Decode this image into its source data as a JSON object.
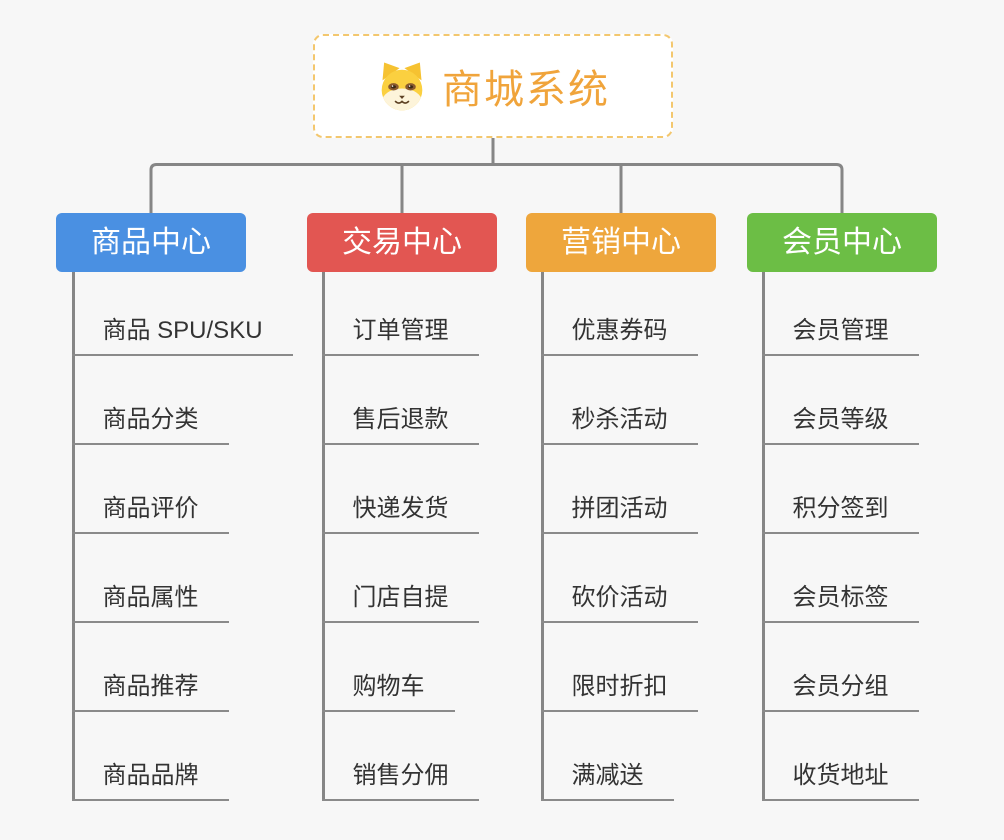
{
  "canvas": {
    "background": "#f7f7f7",
    "line_color": "#868686"
  },
  "root": {
    "title": "商城系统",
    "title_color": "#f0a43b",
    "border_color": "#f3c76e",
    "icon": "dog-face-icon"
  },
  "branches": [
    {
      "label": "商品中心",
      "color": "#4a90e2",
      "items": [
        "商品 SPU/SKU",
        "商品分类",
        "商品评价",
        "商品属性",
        "商品推荐",
        "商品品牌"
      ]
    },
    {
      "label": "交易中心",
      "color": "#e25652",
      "items": [
        "订单管理",
        "售后退款",
        "快递发货",
        "门店自提",
        "购物车",
        "销售分佣"
      ]
    },
    {
      "label": "营销中心",
      "color": "#eea63c",
      "items": [
        "优惠券码",
        "秒杀活动",
        "拼团活动",
        "砍价活动",
        "限时折扣",
        "满减送"
      ]
    },
    {
      "label": "会员中心",
      "color": "#6cbe45",
      "items": [
        "会员管理",
        "会员等级",
        "积分签到",
        "会员标签",
        "会员分组",
        "收货地址"
      ]
    }
  ]
}
